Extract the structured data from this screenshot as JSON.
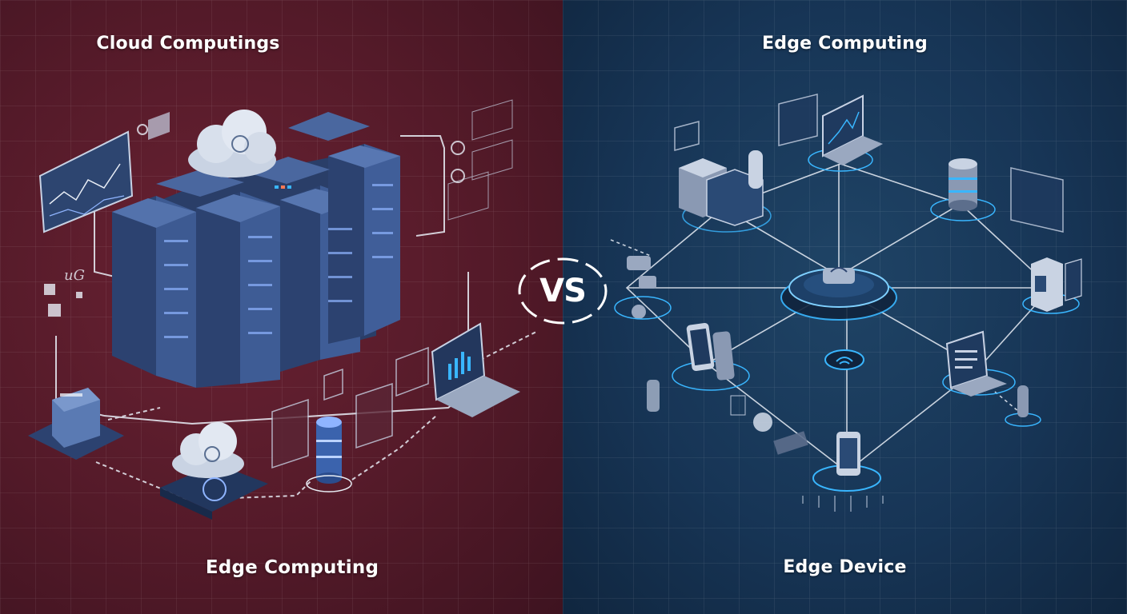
{
  "left_panel": {
    "top_title": "Cloud Computings",
    "bottom_title": "Edge Computing",
    "background_color": "#541a29"
  },
  "right_panel": {
    "top_title": "Edge  Computing",
    "bottom_title": "Edge Device",
    "background_color": "#173556"
  },
  "center_badge": {
    "text": "VS"
  },
  "colors": {
    "server_blue": "#3b5486",
    "accent_cyan": "#39b6ff",
    "line_white": "#e9eef6"
  }
}
